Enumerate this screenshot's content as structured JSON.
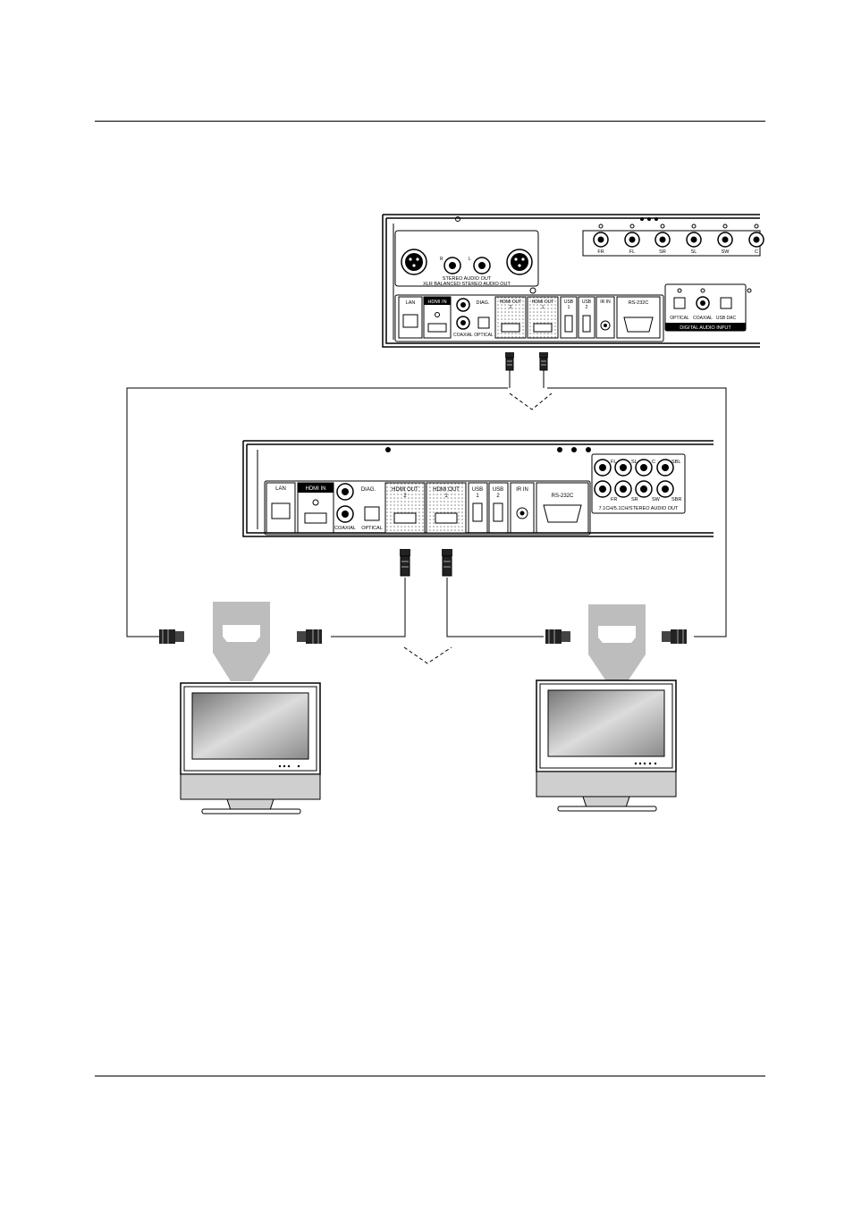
{
  "top_player": {
    "stereo_audio_out": "STEREO AUDIO OUT",
    "xlr_label": "XLR BALANCED STEREO AUDIO OUT",
    "channel_r": "R",
    "channel_l": "L",
    "channels": [
      "FR",
      "FL",
      "SR",
      "SL",
      "SW",
      "C"
    ],
    "lan": "LAN",
    "hdmi_in": "HDMI IN",
    "diag": "DIAG.",
    "coaxial": "COAXIAL",
    "optical": "OPTICAL",
    "hdmi_out_2": [
      "HDMI OUT",
      "2"
    ],
    "hdmi_out_1": [
      "HDMI OUT",
      "1"
    ],
    "usb_1": [
      "USB",
      "1"
    ],
    "usb_2": [
      "USB",
      "2"
    ],
    "ir_in": "IR IN",
    "rs232c": "RS-232C",
    "dai_optical": "OPTICAL",
    "dai_coaxial": "COAXIAL",
    "dai_usb_dac": "USB DAC",
    "digital_audio_input": "DIGITAL AUDIO INPUT"
  },
  "bottom_player": {
    "lan": "LAN",
    "hdmi_in": "HDMI IN",
    "diag": "DIAG.",
    "coaxial": "COAXIAL",
    "optical": "OPTICAL",
    "hdmi_out_2": [
      "HDMI OUT",
      "2"
    ],
    "hdmi_out_1": [
      "HDMI OUT",
      "1"
    ],
    "usb_1": [
      "USB",
      "1"
    ],
    "usb_2": [
      "USB",
      "2"
    ],
    "ir_in": "IR IN",
    "rs232c": "RS-232C",
    "ch_top": [
      "FL",
      "SL",
      "C",
      "SBL"
    ],
    "ch_bottom": [
      "FR",
      "SR",
      "SW",
      "SBR"
    ],
    "multichannel_label": "7.1CH/5.1CH/STEREO AUDIO OUT"
  },
  "colors": {
    "line": "#000000",
    "panel_gray": "#cfcfcf",
    "hdmi_badge": "#bdbdbd",
    "screen_gray": "#9a9a9a"
  },
  "icons": [
    "hdmi-cable-icon",
    "hdmi-badge-icon",
    "tv-icon",
    "hdmi-port-icon",
    "usb-port-icon",
    "rca-jack-icon",
    "xlr-connector-icon"
  ]
}
